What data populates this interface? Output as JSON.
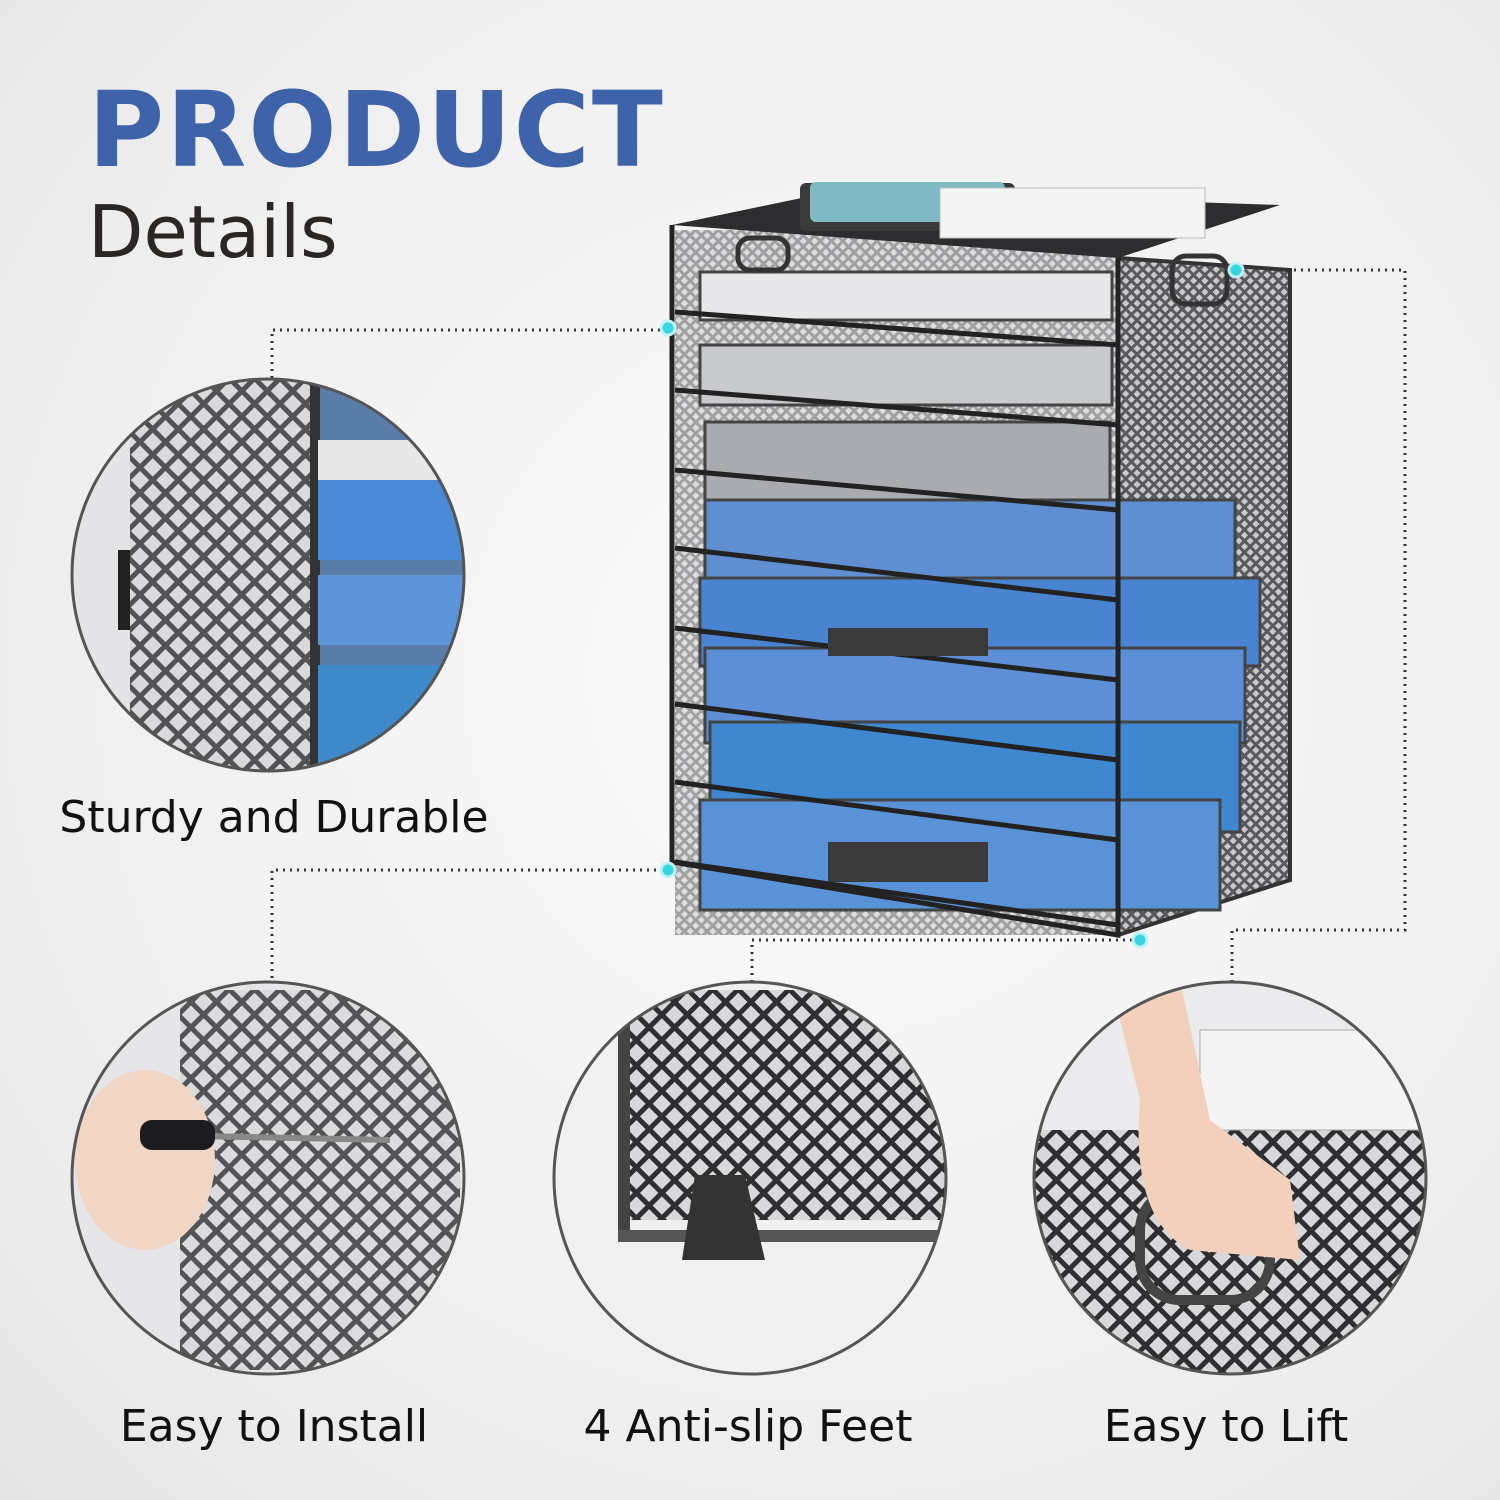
{
  "header": {
    "title": "PRODUCT",
    "subtitle": "Details"
  },
  "features": [
    {
      "label": "Sturdy and Durable"
    },
    {
      "label": "Easy to Install"
    },
    {
      "label": "4 Anti-slip Feet"
    },
    {
      "label": "Easy to Lift"
    }
  ],
  "colors": {
    "accent": "#3f63a8",
    "dot": "#35d6e0",
    "mesh": "#3a3a3c",
    "folder_blue": "#4a83d0"
  }
}
